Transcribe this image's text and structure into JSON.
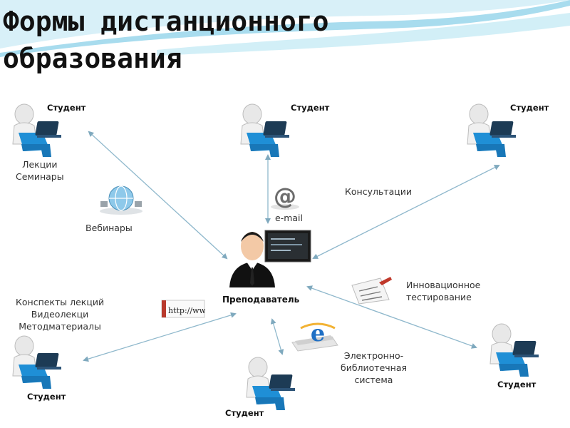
{
  "title": {
    "line1": "Формы дистанционного",
    "line2": "образования"
  },
  "student_label": "Студент",
  "teacher_label": "Преподаватель",
  "forms": {
    "top_left": [
      "Лекции",
      "Семинары"
    ],
    "webinars": "Вебинары",
    "email": "e-mail",
    "consultations": "Консультации",
    "bottom_left": [
      "Конспекты лекций",
      "Видеолекци",
      "Методматериалы"
    ],
    "testing": [
      "Инновационное",
      "тестирование"
    ],
    "library": [
      "Электронно-",
      "библиотечная",
      "система"
    ],
    "http_sign": "http://www"
  },
  "icons": [
    "student-icon",
    "teacher-icon",
    "globe-icon",
    "at-sign-icon",
    "http-sign-icon",
    "checklist-icon",
    "ie-logo-icon"
  ],
  "colors": {
    "student_body": "#1f8fd6",
    "student_head": "#e6e6e6",
    "teacher_shirt": "#ffffff",
    "arrow": "#8fb8cc",
    "wave": "#a8dcee"
  }
}
